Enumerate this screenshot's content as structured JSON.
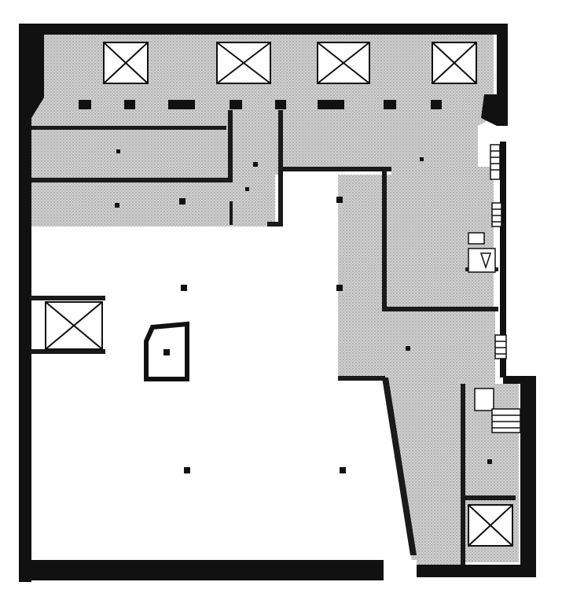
{
  "drawing": {
    "kind": "architectural floor plan",
    "labels": [],
    "colors": {
      "wall": "#111111",
      "hatch_fill": "#c9c9c9",
      "hatch_dot": "#8a8a8a",
      "open_floor": "#ffffff"
    },
    "elements": {
      "skylights": 4,
      "column_count": 22,
      "stairs": 3,
      "elevator_shafts": 3
    }
  }
}
